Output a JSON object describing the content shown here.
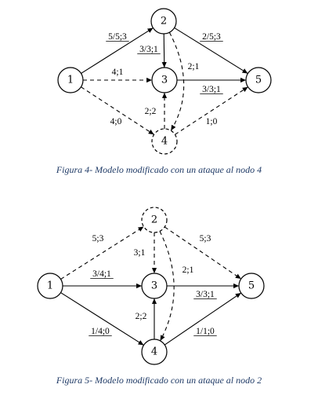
{
  "figures": [
    {
      "caption": "Figura 4- Modelo modificado con un ataque al nodo 4",
      "nodes": [
        {
          "id": "1",
          "label": "1",
          "dashed": false
        },
        {
          "id": "2",
          "label": "2",
          "dashed": false
        },
        {
          "id": "3",
          "label": "3",
          "dashed": false
        },
        {
          "id": "4",
          "label": "4",
          "dashed": true
        },
        {
          "id": "5",
          "label": "5",
          "dashed": false
        }
      ],
      "edges": [
        {
          "from": "1",
          "to": "2",
          "label": "5/5;3",
          "underline": true,
          "dashed": false
        },
        {
          "from": "1",
          "to": "3",
          "label": "4;1",
          "underline": false,
          "dashed": true
        },
        {
          "from": "1",
          "to": "4",
          "label": "4;0",
          "underline": false,
          "dashed": true
        },
        {
          "from": "2",
          "to": "3",
          "label": "3/3;1",
          "underline": true,
          "dashed": false
        },
        {
          "from": "2",
          "to": "4",
          "label": "2;1",
          "underline": false,
          "dashed": true
        },
        {
          "from": "2",
          "to": "5",
          "label": "2/5;3",
          "underline": true,
          "dashed": false
        },
        {
          "from": "3",
          "to": "5",
          "label": "3/3;1",
          "underline": true,
          "dashed": false
        },
        {
          "from": "4",
          "to": "3",
          "label": "2;2",
          "underline": false,
          "dashed": true
        },
        {
          "from": "4",
          "to": "5",
          "label": "1;0",
          "underline": false,
          "dashed": true
        }
      ]
    },
    {
      "caption": "Figura 5- Modelo modificado con un ataque al nodo 2",
      "nodes": [
        {
          "id": "1",
          "label": "1",
          "dashed": false
        },
        {
          "id": "2",
          "label": "2",
          "dashed": true
        },
        {
          "id": "3",
          "label": "3",
          "dashed": false
        },
        {
          "id": "4",
          "label": "4",
          "dashed": false
        },
        {
          "id": "5",
          "label": "5",
          "dashed": false
        }
      ],
      "edges": [
        {
          "from": "1",
          "to": "2",
          "label": "5;3",
          "underline": false,
          "dashed": true
        },
        {
          "from": "1",
          "to": "3",
          "label": "3/4;1",
          "underline": true,
          "dashed": false
        },
        {
          "from": "1",
          "to": "4",
          "label": "1/4;0",
          "underline": true,
          "dashed": false
        },
        {
          "from": "2",
          "to": "3",
          "label": "3;1",
          "underline": false,
          "dashed": true
        },
        {
          "from": "2",
          "to": "4",
          "label": "2;1",
          "underline": false,
          "dashed": true
        },
        {
          "from": "2",
          "to": "5",
          "label": "5;3",
          "underline": false,
          "dashed": true
        },
        {
          "from": "3",
          "to": "5",
          "label": "3/3;1",
          "underline": true,
          "dashed": false
        },
        {
          "from": "4",
          "to": "3",
          "label": "2;2",
          "underline": false,
          "dashed": false
        },
        {
          "from": "4",
          "to": "5",
          "label": "1/1;0",
          "underline": true,
          "dashed": false
        }
      ]
    }
  ]
}
